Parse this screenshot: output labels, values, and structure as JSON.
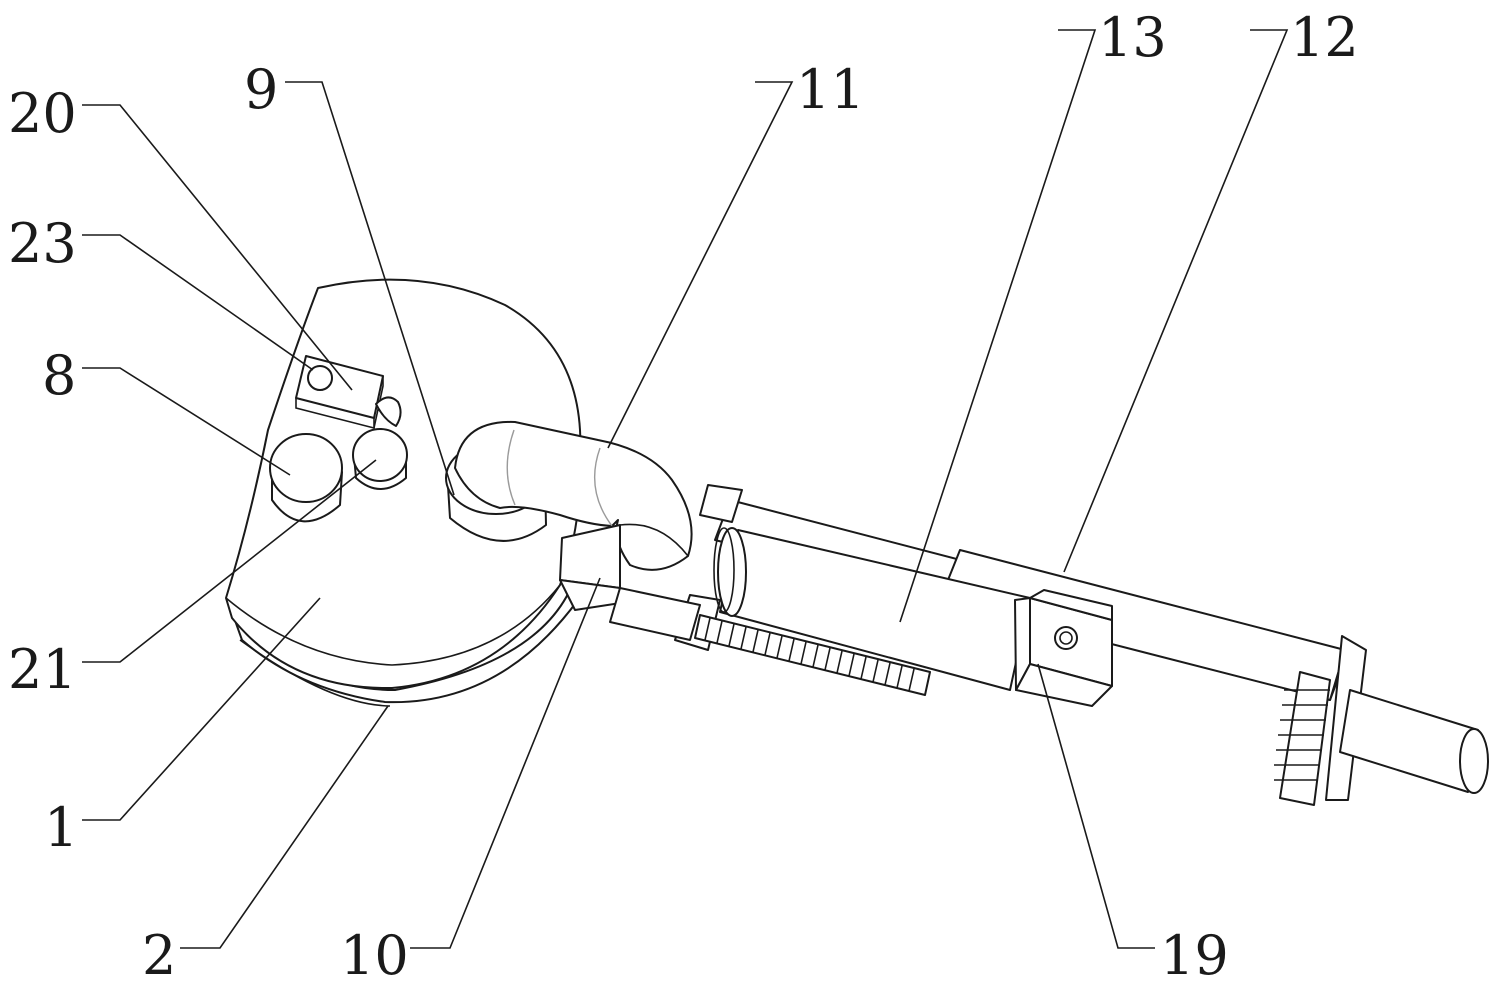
{
  "labels": {
    "l20": "20",
    "l9": "9",
    "l11": "11",
    "l13": "13",
    "l12": "12",
    "l23": "23",
    "l8": "8",
    "l21": "21",
    "l1": "1",
    "l2": "2",
    "l10": "10",
    "l19": "19"
  },
  "colors": {
    "line": "#1a1a1a",
    "background": "#ffffff"
  }
}
